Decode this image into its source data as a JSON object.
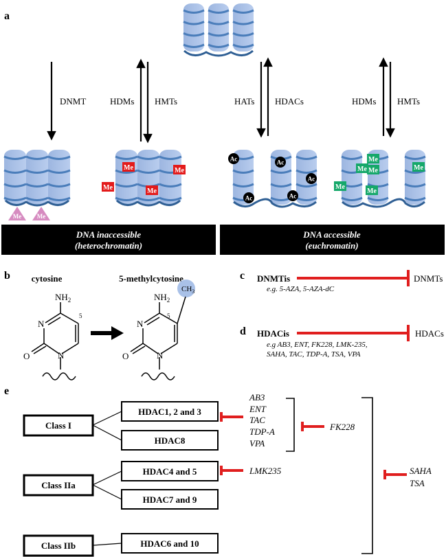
{
  "panels": {
    "a": {
      "letter": "a",
      "arrow_labels": {
        "dnmt": "DNMT",
        "hdms_left": "HDMs",
        "hmts_left": "HMTs",
        "hats": "HATs",
        "hdacs": "HDACs",
        "hdms_right": "HDMs",
        "hmts_right": "HMTs"
      },
      "mark_me": "Me",
      "mark_ac": "Ac",
      "banner_left": {
        "line1": "DNA inaccessible",
        "line2": "(heterochromatin)"
      },
      "banner_right": {
        "line1": "DNA accessible",
        "line2": "(euchromatin)"
      }
    },
    "b": {
      "letter": "b",
      "left_title": "cytosine",
      "right_title": "5-methylcytosine",
      "nh2": "NH",
      "nh2_sub": "2",
      "n": "N",
      "o": "O",
      "pos5": "5",
      "ch3": "CH",
      "ch3_sub": "3"
    },
    "c": {
      "letter": "c",
      "inhibitor": "DNMTis",
      "target": "DNMTs",
      "examples": "e.g. 5-AZA, 5-AZA-dC"
    },
    "d": {
      "letter": "d",
      "inhibitor": "HDACis",
      "target": "HDACs",
      "examples_line1": "e.g AB3, ENT, FK228, LMK-235,",
      "examples_line2": "SAHA, TAC, TDP-A, TSA, VPA"
    },
    "e": {
      "letter": "e",
      "classes": [
        "Class I",
        "Class IIa",
        "Class IIb"
      ],
      "hdacs": [
        "HDAC1, 2 and 3",
        "HDAC8",
        "HDAC4 and 5",
        "HDAC7 and 9",
        "HDAC6 and 10"
      ],
      "class1_inhibitors": [
        "AB3",
        "ENT",
        "TAC",
        "TDP-A",
        "VPA"
      ],
      "fk228": "FK228",
      "lmk235": "LMK235",
      "pan_inhibitors": [
        "SAHA",
        "TSA"
      ]
    }
  },
  "colors": {
    "nucleosome_light": "#A9C1E8",
    "nucleosome_dark": "#4A7DBA",
    "dna_line": "#2F5F94",
    "methyl_red": "#E31B1B",
    "methyl_green": "#16A86A",
    "dna_methyl": "#D68BC0",
    "inhibitor_red": "#E01E1E",
    "banner": "#000000"
  }
}
